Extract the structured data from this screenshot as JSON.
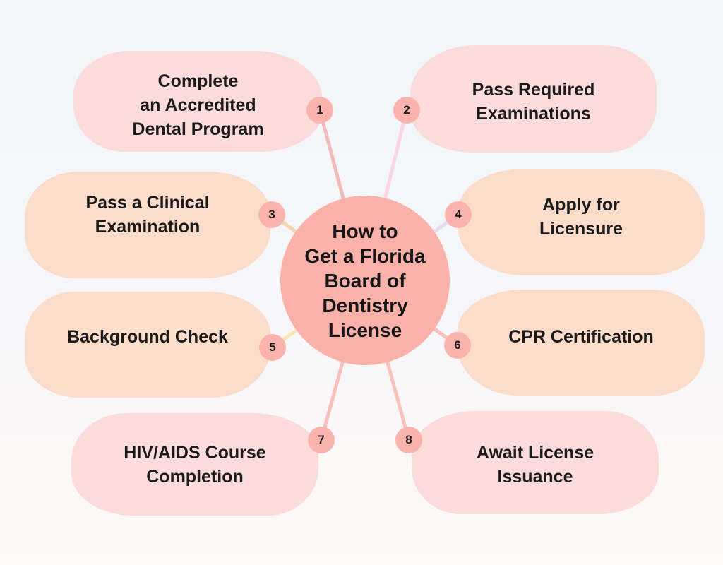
{
  "title": "How to\nGet a Florida\nBoard of\nDentistry\nLicense",
  "steps": [
    {
      "number": "1",
      "label": "Complete\nan Accredited\nDental Program"
    },
    {
      "number": "2",
      "label": "Pass Required\nExaminations"
    },
    {
      "number": "3",
      "label": "Pass a Clinical\nExamination"
    },
    {
      "number": "4",
      "label": "Apply for\nLicensure"
    },
    {
      "number": "5",
      "label": "Background Check"
    },
    {
      "number": "6",
      "label": "CPR Certification"
    },
    {
      "number": "7",
      "label": "HIV/AIDS Course\nCompletion"
    },
    {
      "number": "8",
      "label": "Await License\nIssuance"
    }
  ],
  "colors": {
    "background_top": "#F1F6F8",
    "background_bottom": "#FFF9F8",
    "blob_pink": "#FBDCDA",
    "blob_peach": "#FCDCCA",
    "center_circle": "#FAB1AA",
    "badge": "#FBB4AD",
    "text": "#1B1B1B",
    "connectors": [
      "#EFBBB9",
      "#FAD5E6",
      "#F4D7AE",
      "#E3DCF4",
      "#F7E5B4",
      "#F9C3B9",
      "#F8C0BA",
      "#F8C3BD"
    ]
  }
}
